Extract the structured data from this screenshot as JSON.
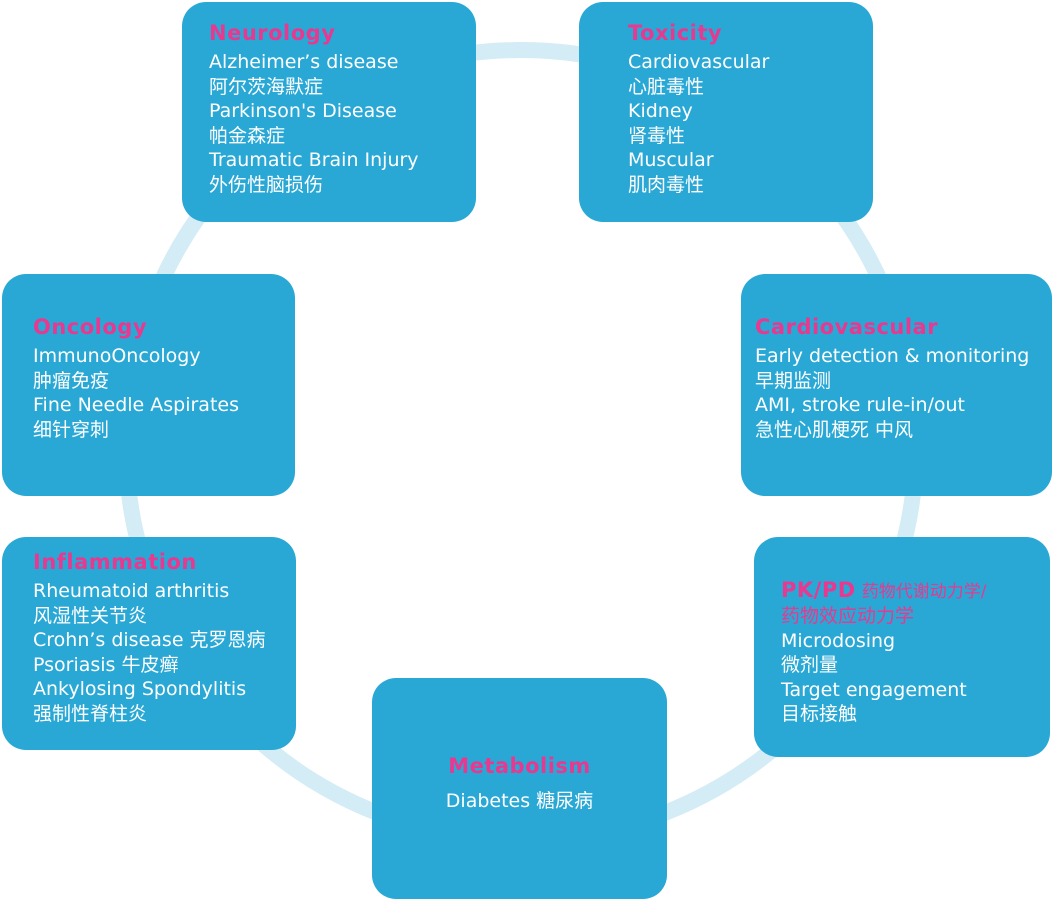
{
  "colors": {
    "box": "#29a8d6",
    "title": "#e8388f",
    "ring": "#d4ecf5",
    "text": "#ffffff"
  },
  "nodes": {
    "neurology": {
      "title": "Neurology",
      "lines": [
        "Alzheimer’s disease",
        "阿尔茨海默症",
        "Parkinson's Disease",
        "帕金森症",
        "Traumatic Brain Injury",
        "外伤性脑损伤"
      ]
    },
    "toxicity": {
      "title": "Toxicity",
      "lines": [
        "Cardiovascular",
        "心脏毒性",
        "Kidney",
        "肾毒性",
        "Muscular",
        "肌肉毒性"
      ]
    },
    "oncology": {
      "title": "Oncology",
      "lines": [
        "ImmunoOncology",
        "肿瘤免疫",
        "Fine Needle Aspirates",
        "细针穿刺"
      ]
    },
    "cardiovascular": {
      "title": "Cardiovascular",
      "lines": [
        "Early detection & monitoring",
        "早期监测",
        "AMI, stroke rule-in/out",
        "急性心肌梗死 中风"
      ]
    },
    "inflammation": {
      "title": "Inflammation",
      "lines": [
        "Rheumatoid arthritis",
        "风湿性关节炎",
        "Crohn’s disease 克罗恩病",
        "Psoriasis 牛皮癣",
        "Ankylosing Spondylitis",
        "强制性脊柱炎"
      ]
    },
    "pkpd": {
      "title": "PK/PD",
      "subtitle_1": "药物代谢动力学/",
      "subtitle_2": "药物效应动力学",
      "lines": [
        "Microdosing",
        "微剂量",
        "Target engagement",
        "目标接触"
      ]
    },
    "metabolism": {
      "title": "Metabolism",
      "lines": [
        "Diabetes 糖尿病"
      ]
    }
  }
}
